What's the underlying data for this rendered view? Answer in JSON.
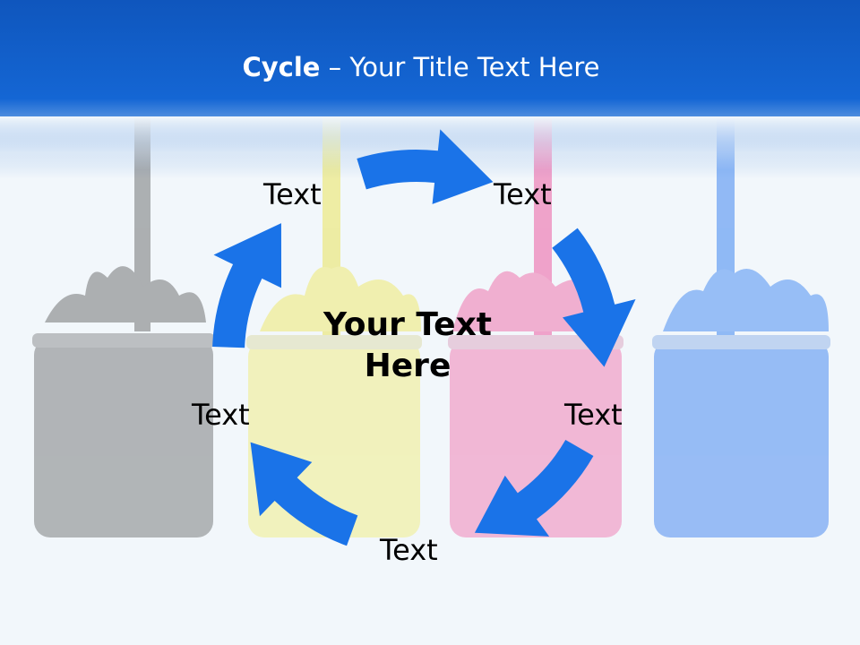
{
  "header": {
    "title_bold": "Cycle",
    "title_rest": " – Your Title Text Here"
  },
  "diagram": {
    "center_text_line1": "Your Text",
    "center_text_line2": "Here",
    "labels": [
      "Text",
      "Text",
      "Text",
      "Text",
      "Text"
    ],
    "arrow_color": "#1a73e8"
  },
  "background": {
    "paint_colors": [
      "#4a4a4a",
      "#f3ee8a",
      "#f08bbf",
      "#5b8ff0"
    ]
  }
}
